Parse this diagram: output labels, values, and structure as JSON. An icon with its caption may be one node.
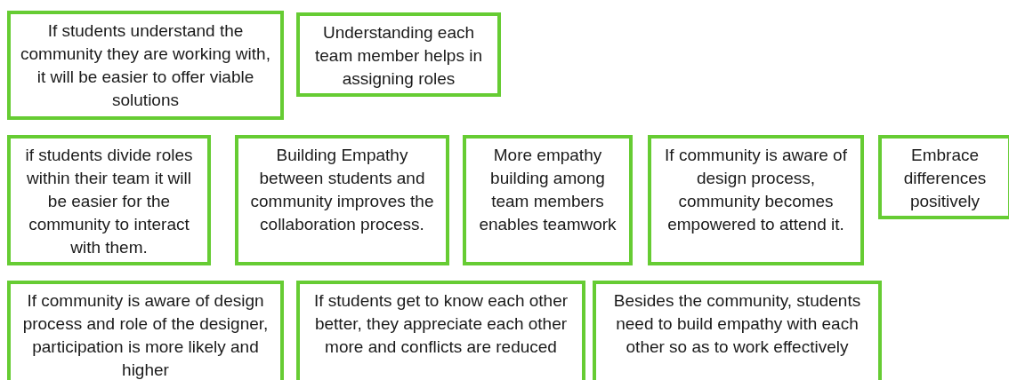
{
  "diagram": {
    "nodes": [
      {
        "text": [
          "If students understand the community they are working with, it will be easier to offer viable solutions"
        ]
      },
      {
        "text": [
          "Understanding each team member helps in assigning roles"
        ]
      },
      {
        "text": [
          "if students divide roles within their team it will be easier for the community to interact with them."
        ]
      },
      {
        "text": [
          "Building Empathy between students and community improves the collaboration process."
        ]
      },
      {
        "text": [
          "More empathy building among team members enables teamwork"
        ]
      },
      {
        "text": [
          "If community is aware of design process, community becomes empowered to attend it."
        ]
      },
      {
        "text": [
          "Embrace differences positively"
        ]
      },
      {
        "text": [
          "If community is aware of design process and role of the designer, participation is more likely and higher"
        ]
      },
      {
        "text": [
          "If students get to know each other better, they appreciate each other more and conflicts are reduced"
        ]
      },
      {
        "text": [
          "Besides the community, students need to build empathy with each other so as to work effectively"
        ]
      }
    ]
  }
}
